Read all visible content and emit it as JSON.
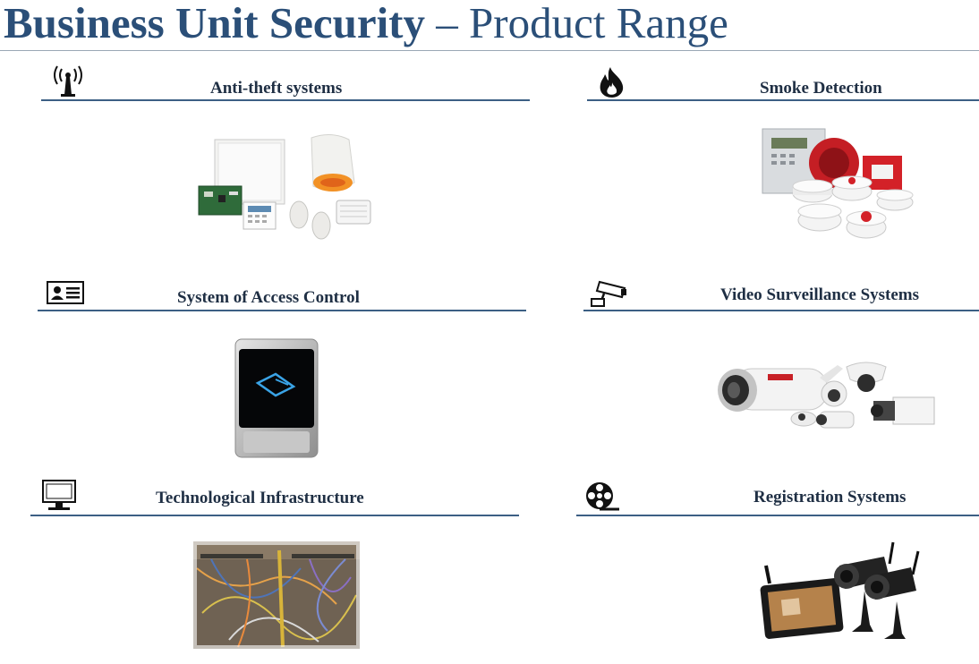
{
  "page": {
    "title_bold": "Business Unit Security",
    "title_rest": " – Product Range"
  },
  "sections": [
    {
      "label": "Anti-theft systems",
      "icon": "antenna-icon",
      "image": "anti-theft-equipment"
    },
    {
      "label": "Smoke Detection",
      "icon": "flame-icon",
      "image": "smoke-detectors"
    },
    {
      "label": "System of Access Control",
      "icon": "id-card-icon",
      "image": "rfid-card-reader"
    },
    {
      "label": "Video Surveillance Systems",
      "icon": "cctv-camera-icon",
      "image": "surveillance-cameras"
    },
    {
      "label": "Technological Infrastructure",
      "icon": "monitor-icon",
      "image": "network-cabling"
    },
    {
      "label": "Registration Systems",
      "icon": "film-reel-icon",
      "image": "wireless-recording-kit"
    }
  ],
  "colors": {
    "title": "#2b4f78",
    "rule": "#3c5f84",
    "label": "#1f2f44"
  }
}
